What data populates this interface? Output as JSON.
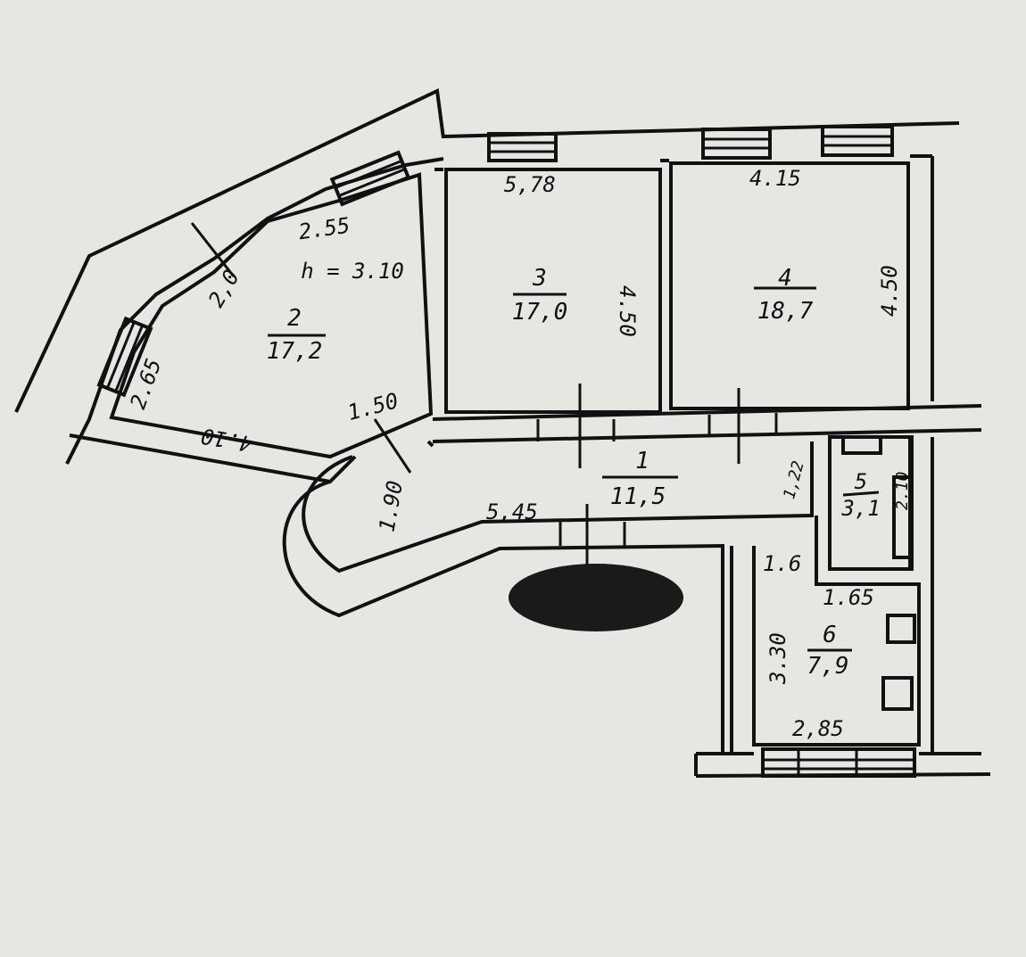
{
  "plan": {
    "ceiling_height": "h = 3.10",
    "rooms": [
      {
        "number": "1",
        "area": "11,5"
      },
      {
        "number": "2",
        "area": "17,2"
      },
      {
        "number": "3",
        "area": "17,0"
      },
      {
        "number": "4",
        "area": "18,7"
      },
      {
        "number": "5",
        "area": "3,1"
      },
      {
        "number": "6",
        "area": "7,9"
      }
    ],
    "dimensions": {
      "r2_top": "2.55",
      "r2_window": "2,0",
      "r2_left": "2.65",
      "r2_bottom": "4.10",
      "r2_door": "1.50",
      "hall_curve": "1.90",
      "hall_bottom": "5,45",
      "r3_top": "5,78",
      "r3_right": "4.50",
      "r4_top": "4.15",
      "r4_right": "4.50",
      "r1_right": "1,22",
      "r5_right": "2.10",
      "r6_passage": "1.6",
      "r6_top": "1.65",
      "r6_left": "3.30",
      "r6_bottom": "2,85"
    }
  }
}
